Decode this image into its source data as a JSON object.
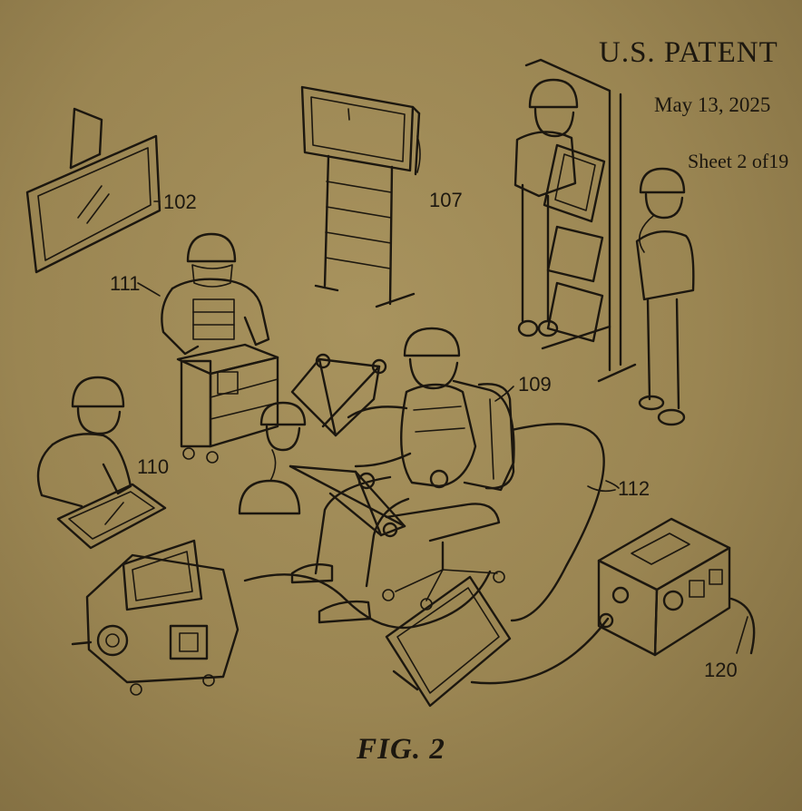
{
  "header": {
    "title": "U.S. PATENT",
    "date": "May 13, 2025",
    "sheet": "Sheet 2 of19"
  },
  "figure_label": "FIG. 2",
  "reference_numerals": {
    "display_wall": "102",
    "display_rack": "107",
    "operator_desk": "111",
    "operator_tablet": "110",
    "exoskeleton_user": "109",
    "cable": "112",
    "power_unit": "120"
  },
  "colors": {
    "paper": "#9a8552",
    "ink": "#1c170f"
  }
}
